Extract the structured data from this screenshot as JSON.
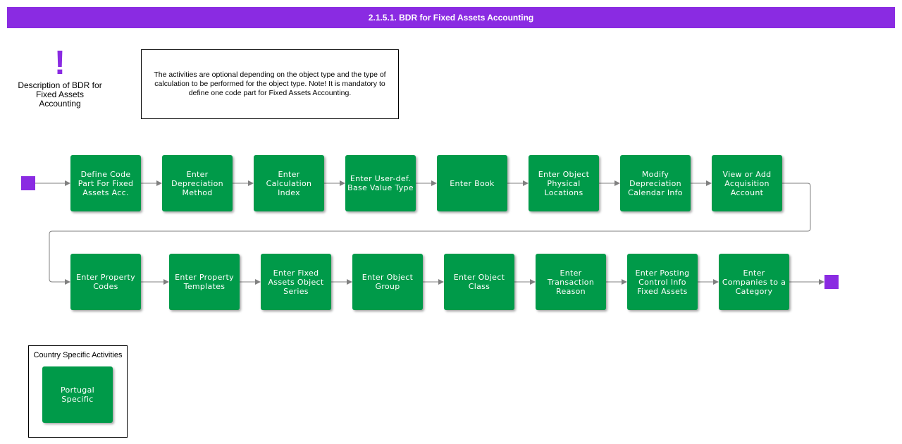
{
  "title": "2.1.5.1. BDR for Fixed Assets Accounting",
  "description_label": "Description of BDR for Fixed Assets Accounting",
  "note_text": "The activities are optional depending on the object type and the type of calculation to be performed for the object type. Note! It is mandatory to define one code part for Fixed Assets Accounting.",
  "row1": [
    "Define Code Part For Fixed Assets Acc.",
    "Enter Depreciation Method",
    "Enter Calculation Index",
    "Enter User-def. Base Value Type",
    "Enter Book",
    "Enter Object Physical Locations",
    "Modify Depreciation Calendar Info",
    "View or Add Acquisition Account"
  ],
  "row2": [
    "Enter Property Codes",
    "Enter Property Templates",
    "Enter Fixed Assets Object Series",
    "Enter Object Group",
    "Enter Object Class",
    "Enter Transaction Reason",
    "Enter Posting Control Info Fixed Assets",
    "Enter Companies to a Category"
  ],
  "country_specific": {
    "label": "Country Specific Activities",
    "items": [
      "Portugal Specific"
    ]
  },
  "colors": {
    "title_bar": "#8a2be2",
    "activity": "#009a49",
    "terminal": "#8a2be2",
    "connector": "#808080"
  }
}
